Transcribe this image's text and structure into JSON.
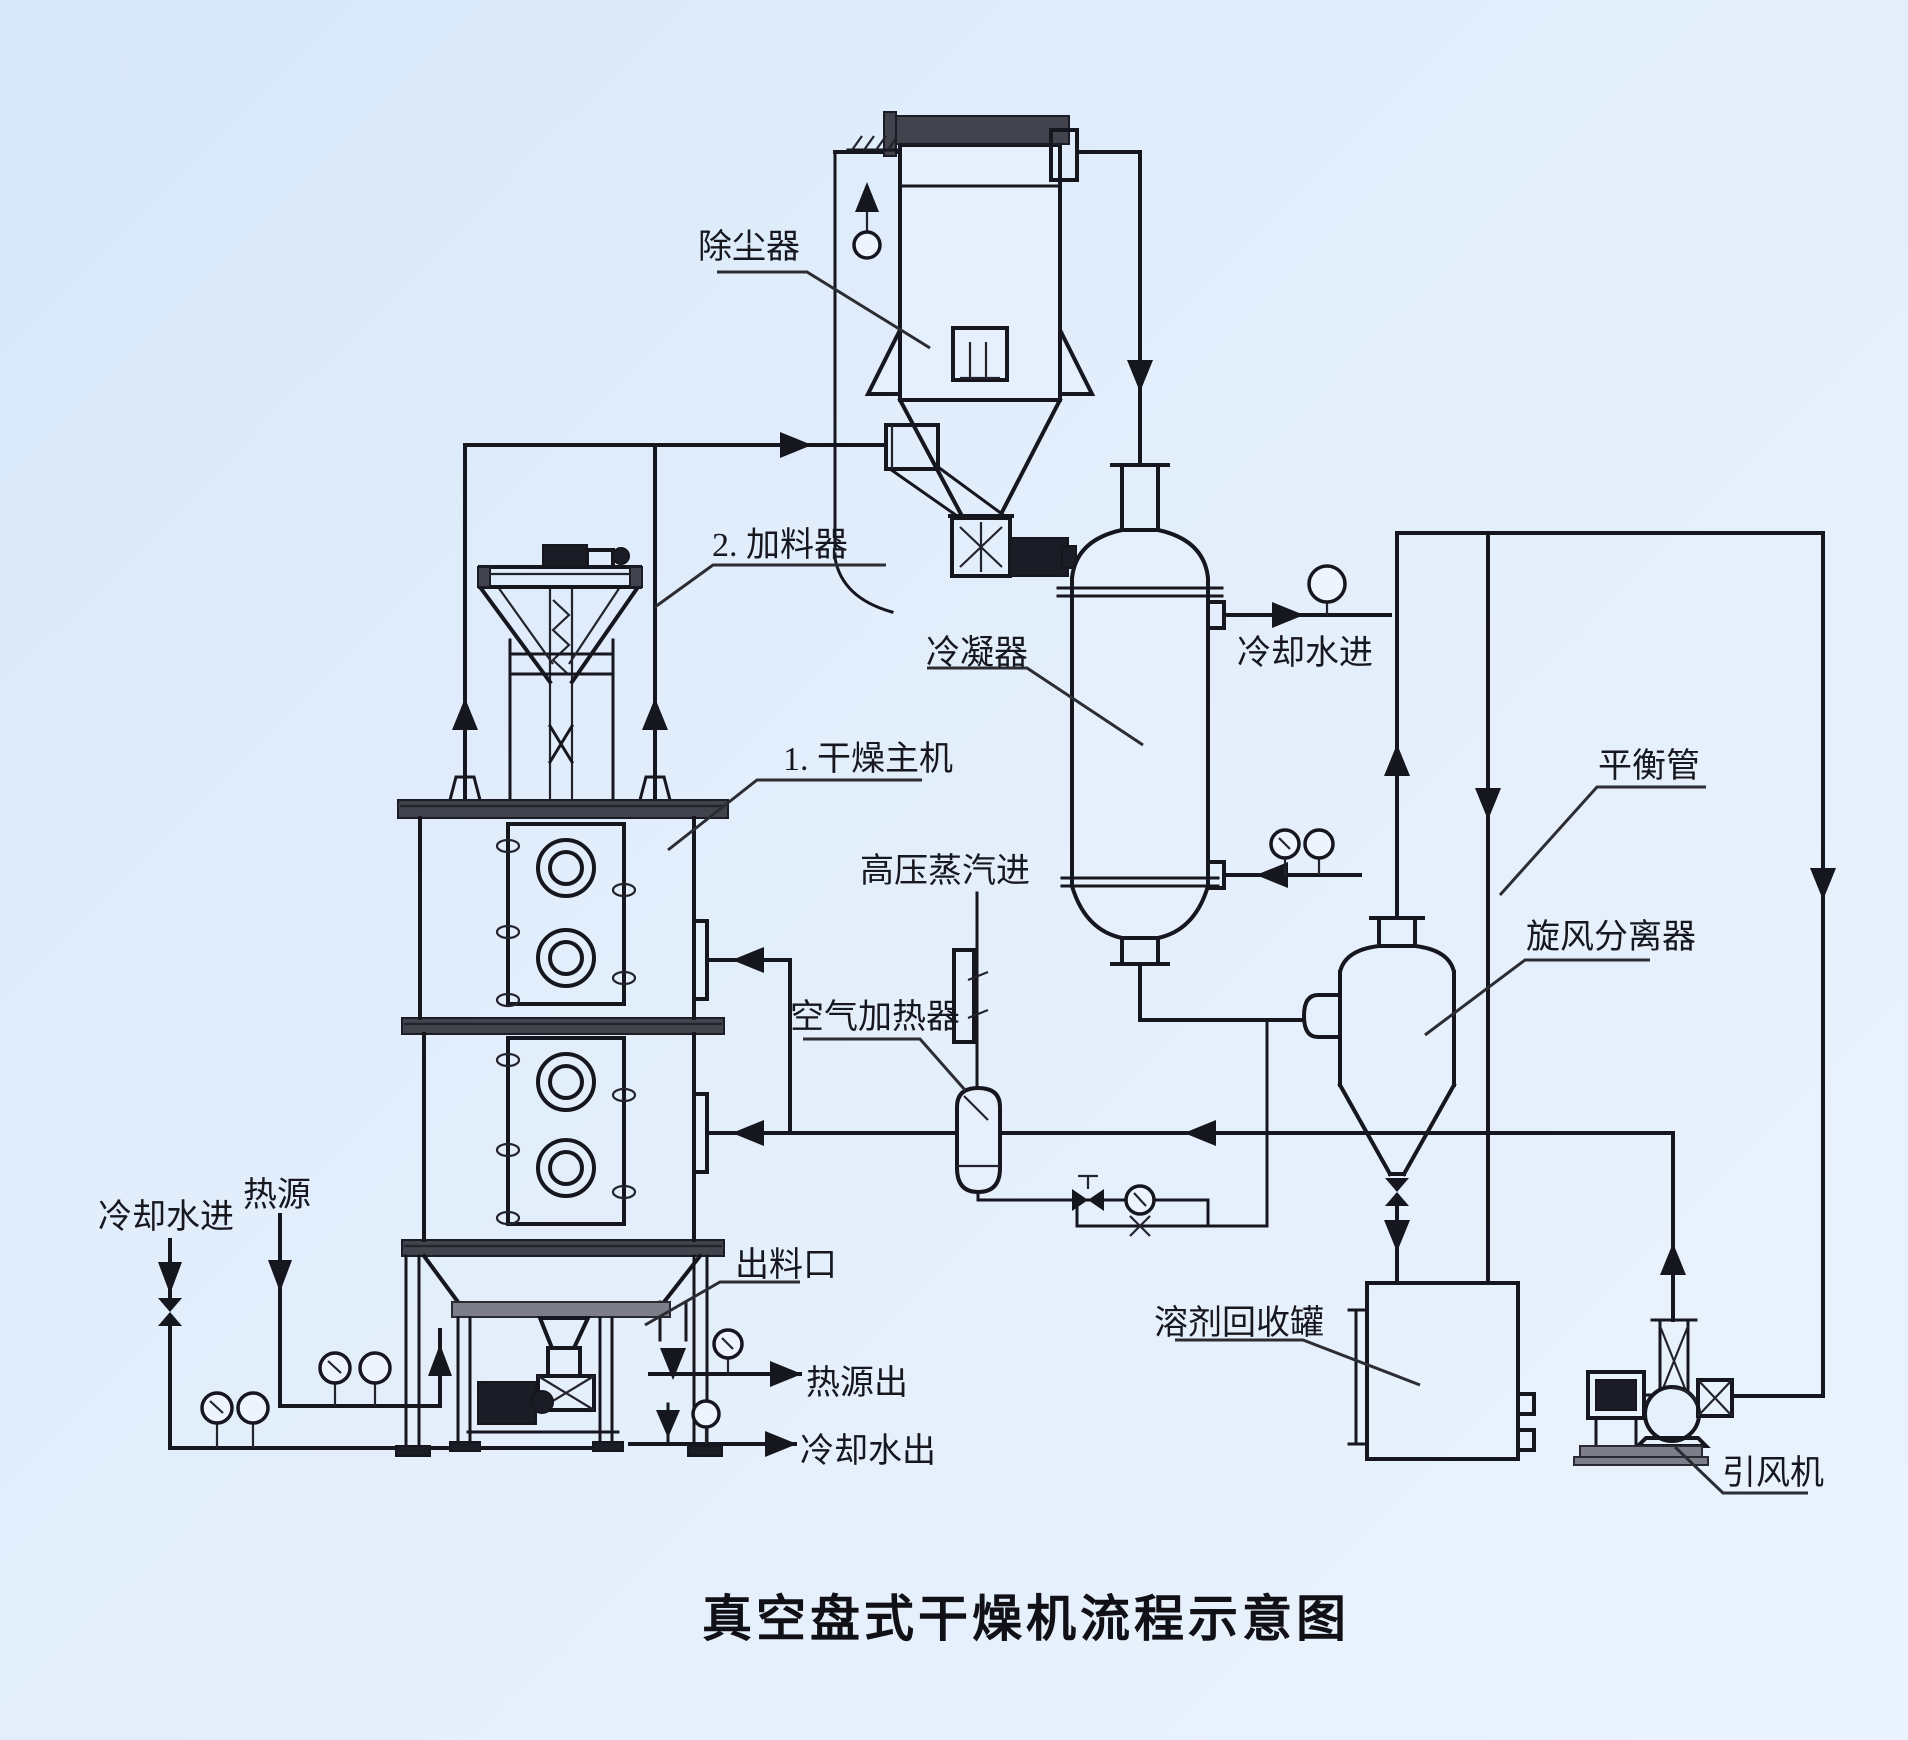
{
  "title": "真空盘式干燥机流程示意图",
  "colors": {
    "background": "#e3eefb",
    "line": "#16161f",
    "label_text": "#17171f"
  },
  "labels": {
    "dust_collector": "除尘器",
    "feeder": "2. 加料器",
    "dryer_main": "1. 干燥主机",
    "condenser": "冷凝器",
    "cooling_water_in_top": "冷却水进",
    "balance_pipe": "平衡管",
    "hp_steam_in": "高压蒸汽进",
    "air_heater": "空气加热器",
    "cyclone_separator": "旋风分离器",
    "cooling_water_in_left": "冷却水进",
    "heat_source": "热源",
    "discharge_port": "出料口",
    "heat_source_out": "热源出",
    "cooling_water_out": "冷却水出",
    "solvent_recovery_tank": "溶剂回收罐",
    "induced_draft_fan": "引风机"
  }
}
